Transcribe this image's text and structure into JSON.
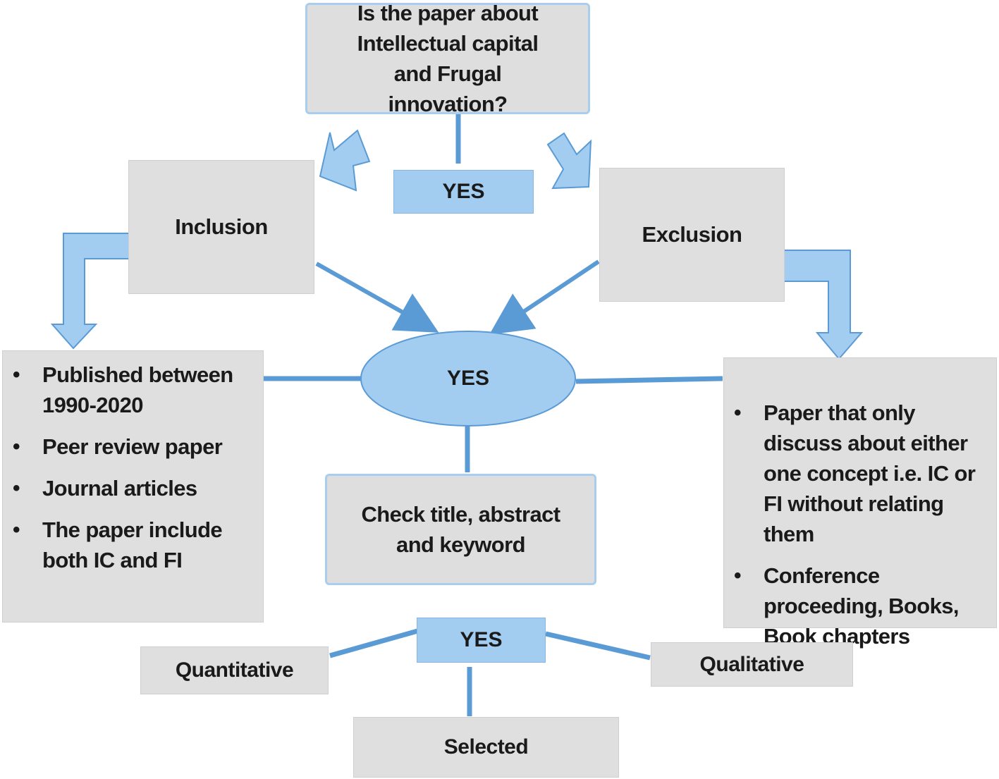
{
  "question": {
    "text": "Is the paper about Intellectual capital and Frugal innovation?"
  },
  "top_decision": {
    "label": "YES"
  },
  "inclusion": {
    "title": "Inclusion",
    "criteria": [
      "Published between 1990-2020",
      "Peer review paper",
      "Journal articles",
      "The paper include both IC and FI"
    ]
  },
  "exclusion": {
    "title": "Exclusion",
    "criteria": [
      "Paper that only discuss about either one concept i.e. IC or FI without relating them",
      "Conference proceeding, Books, Book chapters"
    ]
  },
  "center_decision": {
    "label": "YES"
  },
  "screening": {
    "text": "Check title, abstract and keyword"
  },
  "bottom_decision": {
    "label": "YES"
  },
  "outcomes": {
    "quantitative": "Quantitative",
    "qualitative": "Qualitative",
    "selected": "Selected"
  },
  "colors": {
    "connector_blue": "#5b9bd5",
    "arrow_fill": "#a3cdf0",
    "arrow_stroke": "#5b9bd5",
    "box_gray": "#dfdfdf"
  }
}
